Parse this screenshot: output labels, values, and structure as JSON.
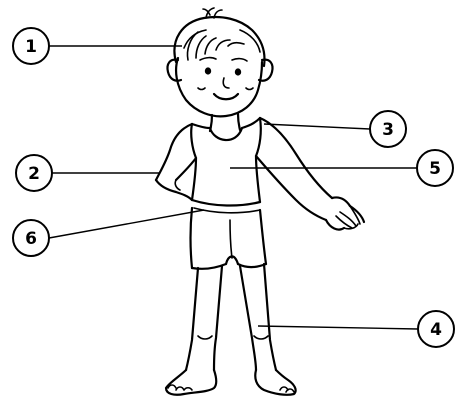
{
  "diagram": {
    "labels": [
      {
        "id": "1",
        "text": "1"
      },
      {
        "id": "2",
        "text": "2"
      },
      {
        "id": "3",
        "text": "3"
      },
      {
        "id": "4",
        "text": "4"
      },
      {
        "id": "5",
        "text": "5"
      },
      {
        "id": "6",
        "text": "6"
      }
    ],
    "colors": {
      "ink": "#000000",
      "background": "#ffffff"
    }
  }
}
